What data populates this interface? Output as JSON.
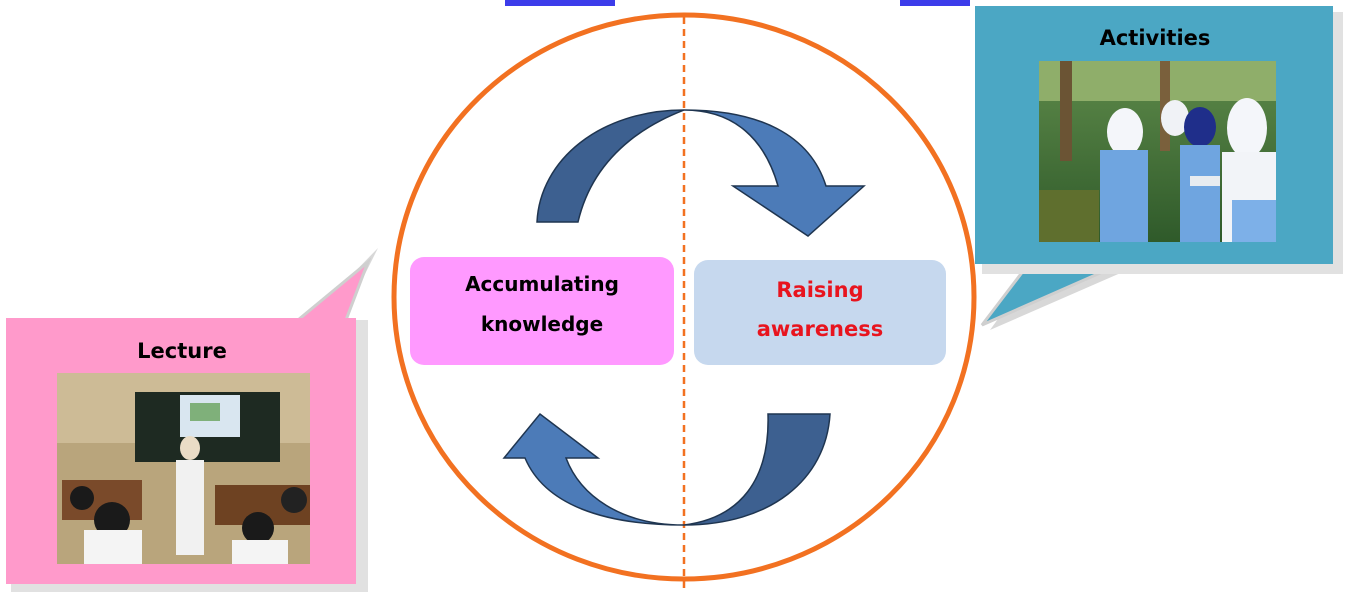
{
  "colors": {
    "circle": "#F27121",
    "divider": "#F27121",
    "arrow_dark": "#3D6090",
    "arrow_light": "#4C7BB8",
    "arrow_stroke": "#1F3550",
    "knowledge_box": "#FF99FF",
    "awareness_box": "#C6D8EE",
    "awareness_text": "#E8141E",
    "lecture_callout": "#FF9ACB",
    "activities_callout": "#4BA7C4",
    "title_text": "#1A1AE6"
  },
  "diagram": {
    "left_box": {
      "line1": "Accumulating",
      "line2": "knowledge"
    },
    "right_box": {
      "line1": "Raising",
      "line2": "awareness"
    }
  },
  "callouts": {
    "lecture": {
      "title": "Lecture",
      "photo_icon": "classroom-photo"
    },
    "activities": {
      "title": "Activities",
      "photo_icon": "field-activity-photo"
    }
  }
}
